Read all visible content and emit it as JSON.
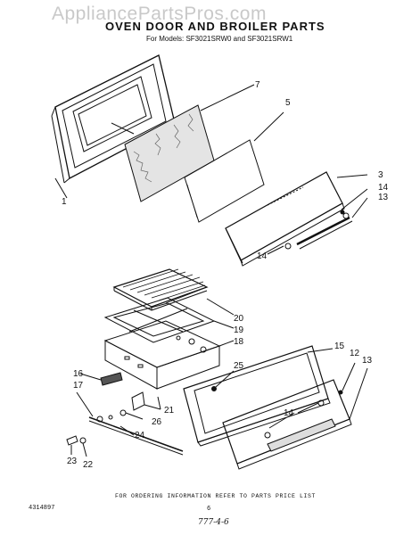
{
  "header": {
    "watermark": "AppliancePartsPros.com",
    "title": "OVEN DOOR AND BROILER PARTS",
    "subtitle": "For Models: SF3021SRW0 and SF3021SRW1"
  },
  "callouts": [
    "1",
    "7",
    "5",
    "3",
    "14",
    "13",
    "14",
    "20",
    "19",
    "18",
    "25",
    "15",
    "12",
    "13",
    "16",
    "17",
    "14",
    "21",
    "26",
    "24",
    "23",
    "22"
  ],
  "footer": {
    "note": "FOR ORDERING INFORMATION REFER TO PARTS PRICE LIST",
    "left": "4314897",
    "center": "6",
    "handwritten": "777-4-6"
  }
}
